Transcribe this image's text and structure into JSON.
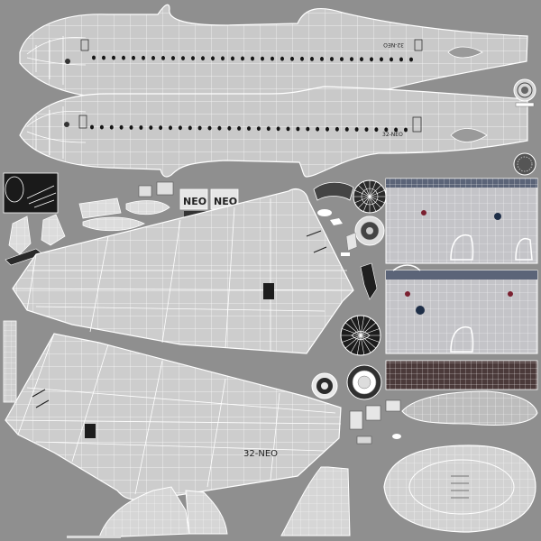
{
  "sheet": {
    "background": "#8f8f8f",
    "shell_fill": "#c9c9c9",
    "wire_color": "#ffffff",
    "window_color": "#151515",
    "panel_fill": "#b9bcc6",
    "grid_fill": "#c4c4c8"
  },
  "fuselage": {
    "labels": {
      "upper": "32-NEO",
      "lower": "32-NEO"
    }
  },
  "doors": {
    "labels": [
      "NEO",
      "NEO"
    ]
  },
  "wing": {
    "label": "32-NEO"
  },
  "icons": {
    "engine_fan": "fan-icon",
    "spinner": "spinner-icon",
    "wheel": "wheel-icon"
  }
}
